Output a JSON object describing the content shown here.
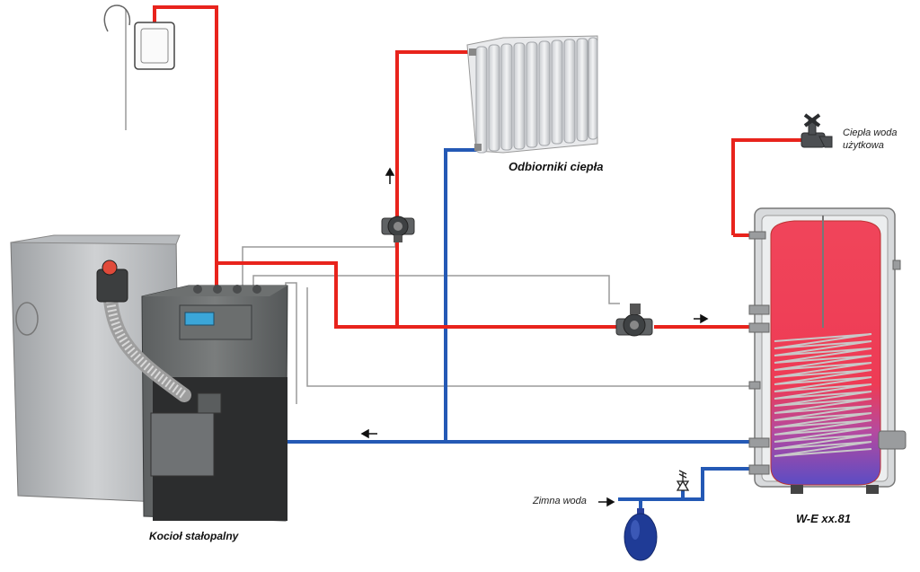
{
  "diagram": {
    "labels": {
      "heat_receivers": "Odbiorniki ciepła",
      "hot_water_line1": "Ciepła woda",
      "hot_water_line2": "użytkowa",
      "boiler": "Kocioł stałopalny",
      "cold_water": "Zimna woda",
      "tank": "W-E xx.81"
    },
    "colors": {
      "supply_pipe": "#e8231c",
      "return_pipe": "#2459b5",
      "control_wire": "#9a9a9a",
      "tank_hot": "#ef3f55",
      "tank_cold": "#6a4fc0"
    }
  }
}
